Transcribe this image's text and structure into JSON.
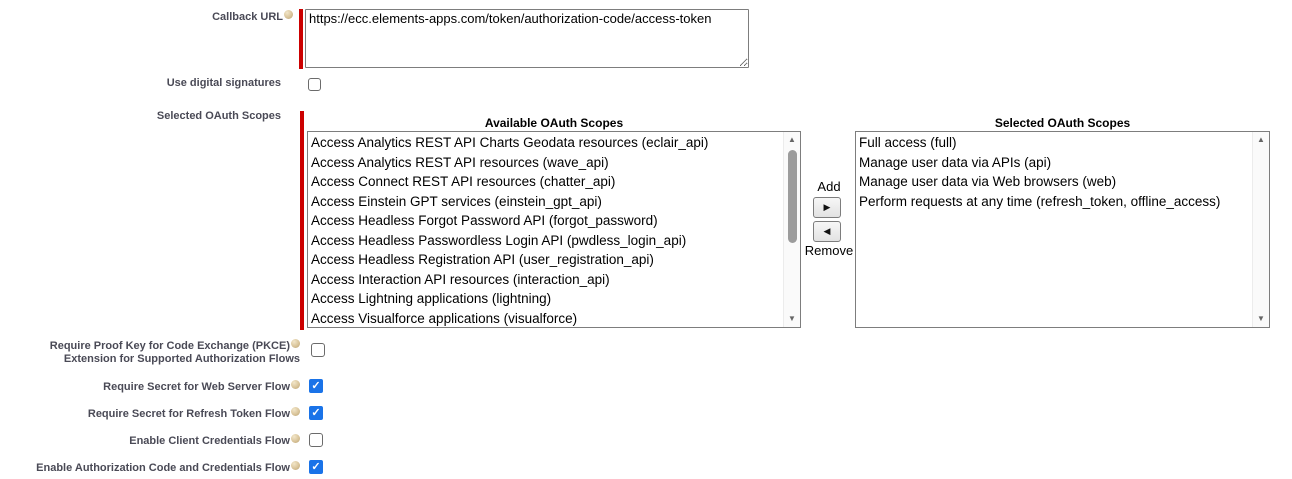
{
  "colors": {
    "required_bar": "#cc0000",
    "checkbox_checked": "#1a73e8",
    "label_text": "#4a4a56"
  },
  "icons": {
    "add_arrow": "▶",
    "remove_arrow": "◀",
    "scroll_up": "▲",
    "scroll_down": "▼"
  },
  "callback": {
    "label": "Callback URL",
    "value": "https://ecc.elements-apps.com/token/authorization-code/access-token"
  },
  "digital_signatures": {
    "label": "Use digital signatures",
    "checked": false
  },
  "scopes": {
    "row_label": "Selected OAuth Scopes",
    "available_header": "Available OAuth Scopes",
    "selected_header": "Selected OAuth Scopes",
    "add_label": "Add",
    "remove_label": "Remove",
    "available_items": [
      "Access Analytics REST API Charts Geodata resources (eclair_api)",
      "Access Analytics REST API resources (wave_api)",
      "Access Connect REST API resources (chatter_api)",
      "Access Einstein GPT services (einstein_gpt_api)",
      "Access Headless Forgot Password API (forgot_password)",
      "Access Headless Passwordless Login API (pwdless_login_api)",
      "Access Headless Registration API (user_registration_api)",
      "Access Interaction API resources (interaction_api)",
      "Access Lightning applications (lightning)",
      "Access Visualforce applications (visualforce)"
    ],
    "selected_items": [
      "Full access (full)",
      "Manage user data via APIs (api)",
      "Manage user data via Web browsers (web)",
      "Perform requests at any time (refresh_token, offline_access)"
    ]
  },
  "flags": [
    {
      "line1": "Require Proof Key for Code Exchange (PKCE)",
      "line2": "Extension for Supported Authorization Flows",
      "checked": false
    },
    {
      "line1": "Require Secret for Web Server Flow",
      "line2": "",
      "checked": true
    },
    {
      "line1": "Require Secret for Refresh Token Flow",
      "line2": "",
      "checked": true
    },
    {
      "line1": "Enable Client Credentials Flow",
      "line2": "",
      "checked": false
    },
    {
      "line1": "Enable Authorization Code and Credentials Flow",
      "line2": "",
      "checked": true
    }
  ]
}
